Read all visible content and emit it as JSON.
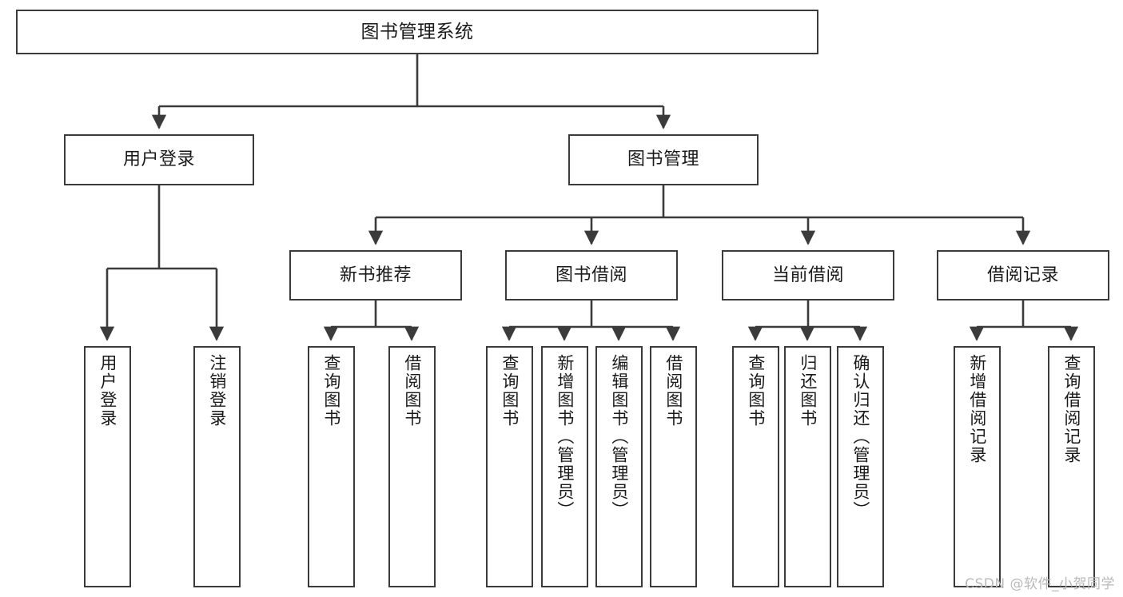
{
  "diagram": {
    "title": "图书管理系统",
    "type": "tree",
    "stroke_color": "#3b3b3b",
    "fill_color": "#ffffff",
    "text_color": "#1a1a1a",
    "root": {
      "id": "root",
      "label": "图书管理系统"
    },
    "level2": [
      {
        "id": "user-login",
        "label": "用户登录"
      },
      {
        "id": "book-manage",
        "label": "图书管理"
      }
    ],
    "level3": [
      {
        "id": "new-book-rec",
        "label": "新书推荐",
        "parent": "book-manage"
      },
      {
        "id": "book-borrow",
        "label": "图书借阅",
        "parent": "book-manage"
      },
      {
        "id": "current-borrow",
        "label": "当前借阅",
        "parent": "book-manage"
      },
      {
        "id": "borrow-record",
        "label": "借阅记录",
        "parent": "book-manage"
      }
    ],
    "leaves": [
      {
        "id": "leaf-user-login",
        "label": "用户登录",
        "parent": "user-login"
      },
      {
        "id": "leaf-user-logout",
        "label": "注销登录",
        "parent": "user-login"
      },
      {
        "id": "leaf-query-book-1",
        "label": "查询图书",
        "parent": "new-book-rec"
      },
      {
        "id": "leaf-borrow-book-1",
        "label": "借阅图书",
        "parent": "new-book-rec"
      },
      {
        "id": "leaf-query-book-2",
        "label": "查询图书",
        "parent": "book-borrow"
      },
      {
        "id": "leaf-add-book",
        "label": "新增图书（管理员）",
        "parent": "book-borrow"
      },
      {
        "id": "leaf-edit-book",
        "label": "编辑图书（管理员）",
        "parent": "book-borrow"
      },
      {
        "id": "leaf-borrow-book-2",
        "label": "借阅图书",
        "parent": "book-borrow"
      },
      {
        "id": "leaf-query-book-3",
        "label": "查询图书",
        "parent": "current-borrow"
      },
      {
        "id": "leaf-return-book",
        "label": "归还图书",
        "parent": "current-borrow"
      },
      {
        "id": "leaf-confirm-return",
        "label": "确认归还（管理员）",
        "parent": "current-borrow"
      },
      {
        "id": "leaf-add-record",
        "label": "新增借阅记录",
        "parent": "borrow-record"
      },
      {
        "id": "leaf-query-record",
        "label": "查询借阅记录",
        "parent": "borrow-record"
      }
    ]
  },
  "watermark": {
    "text": "CSDN @软件_小贺同学"
  }
}
